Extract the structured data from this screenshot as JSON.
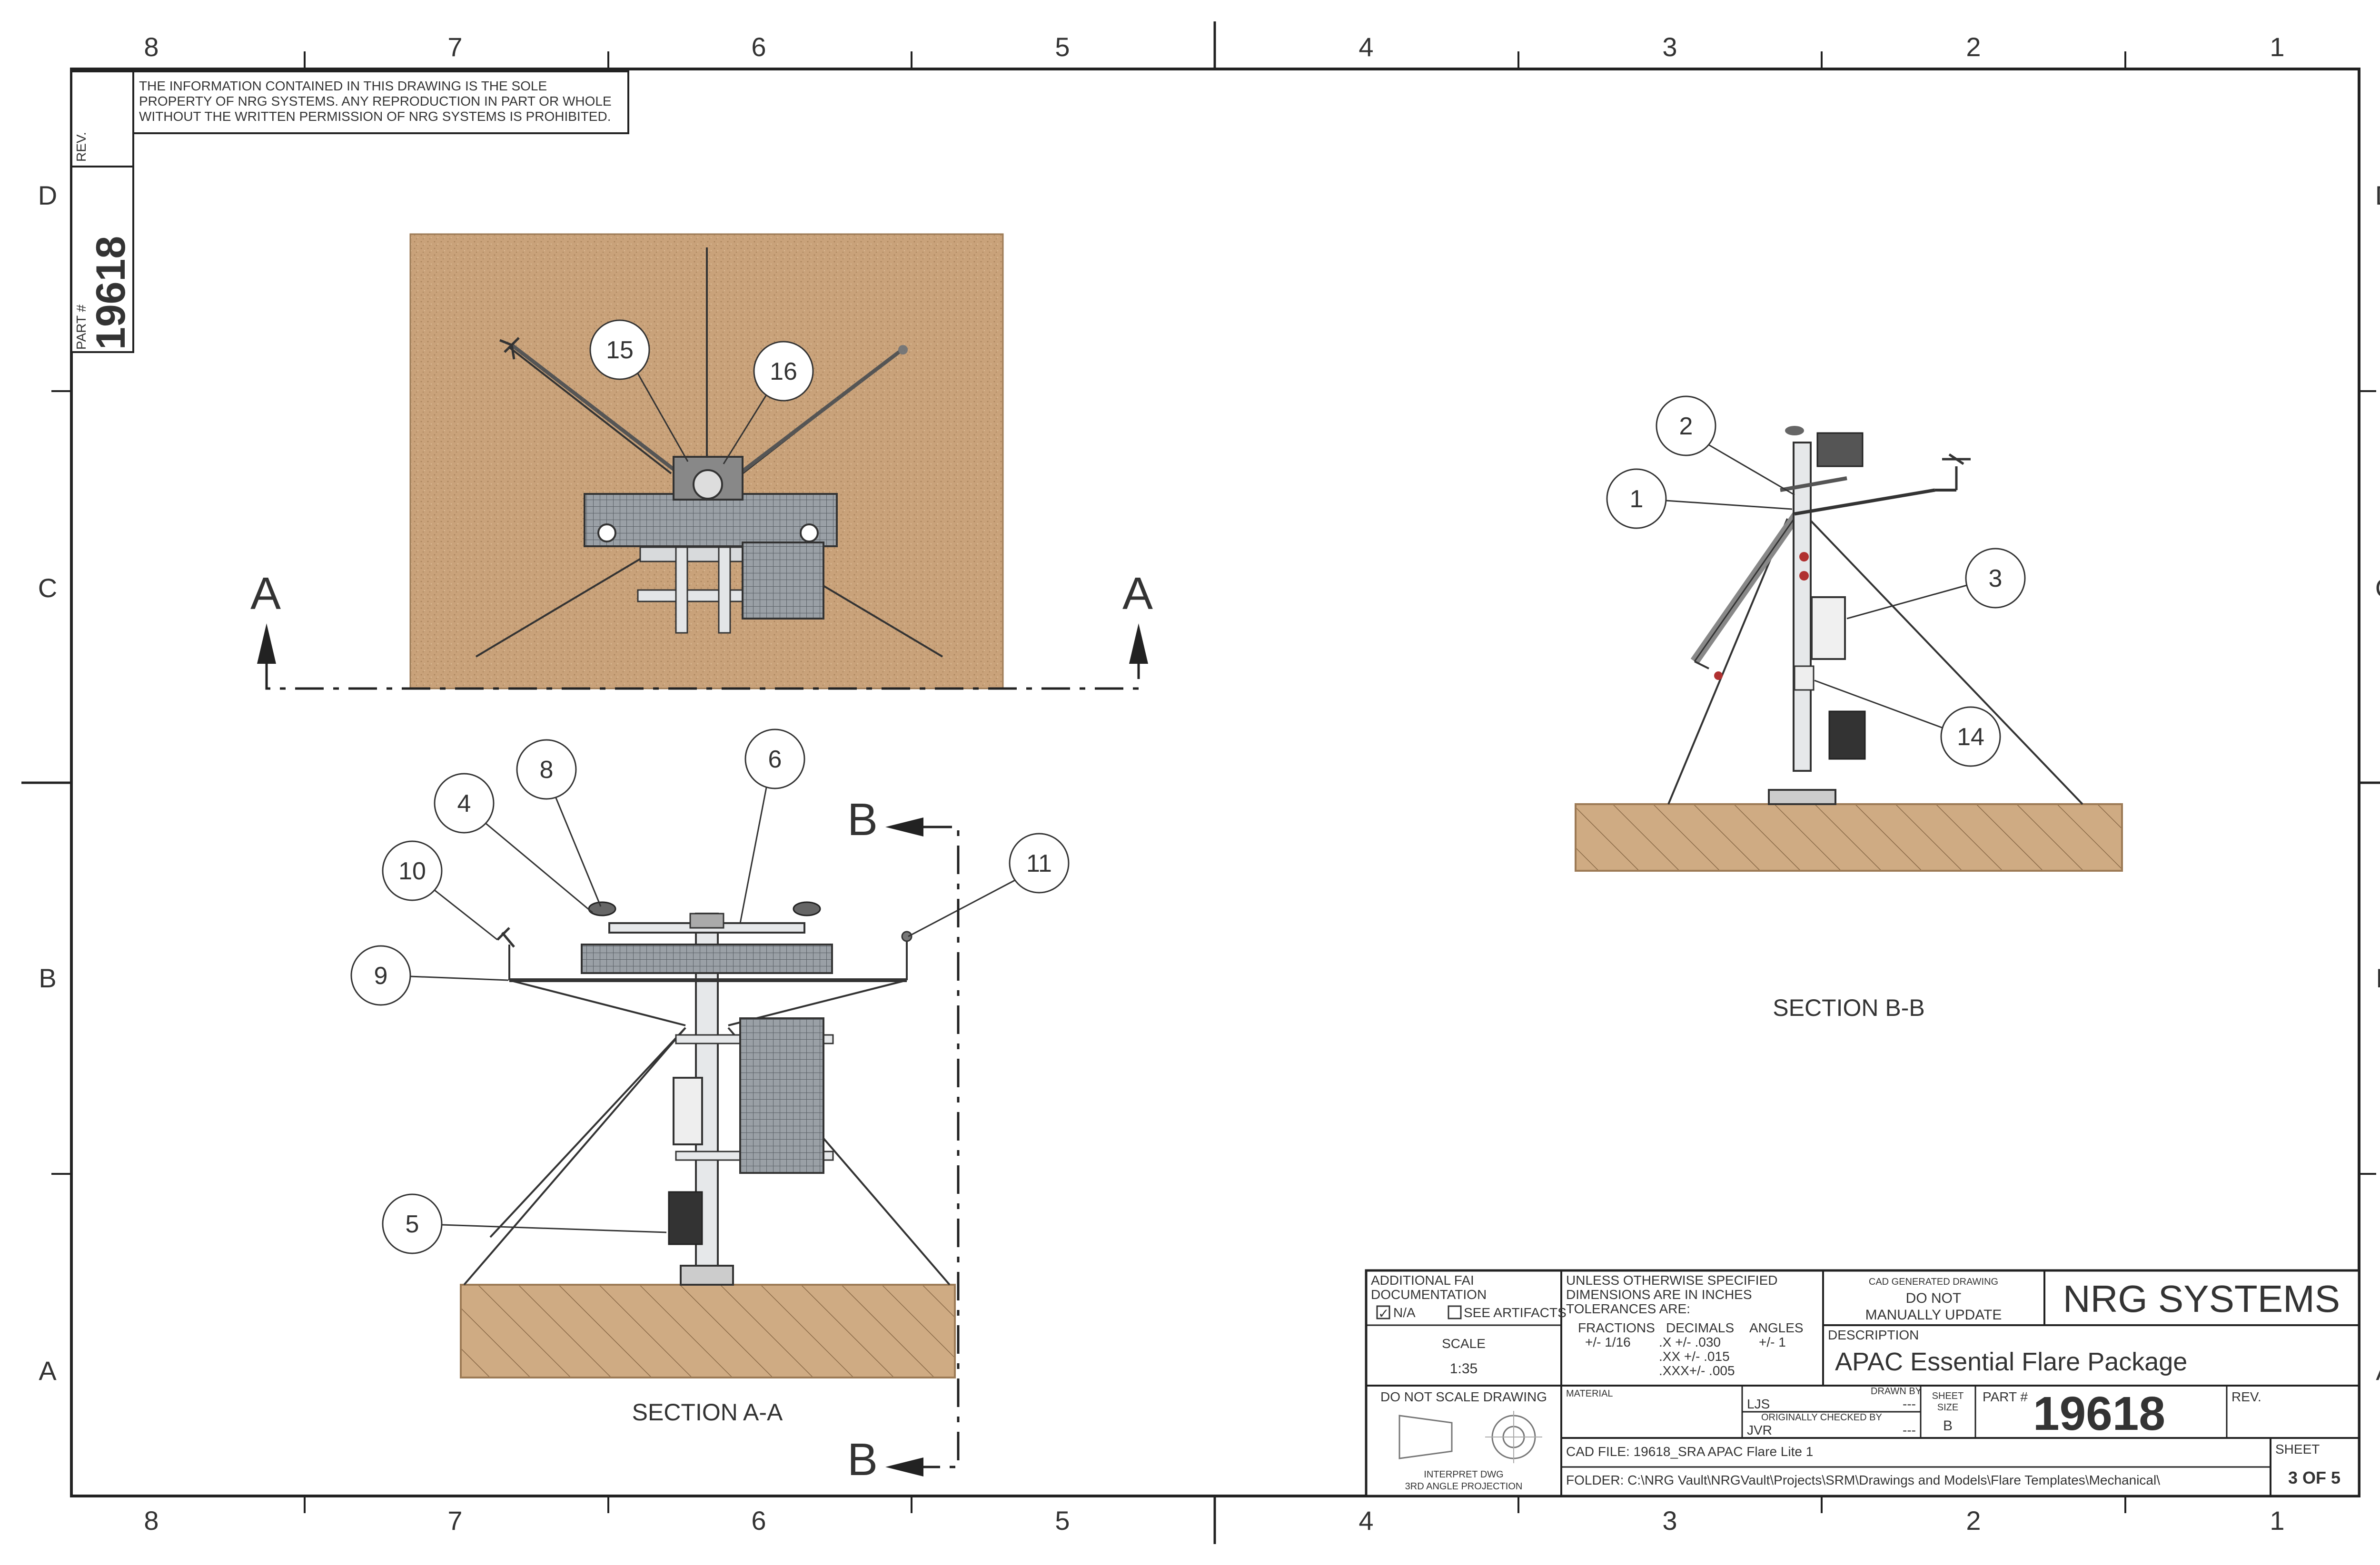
{
  "notice": {
    "line1": "THE INFORMATION CONTAINED IN THIS DRAWING IS THE SOLE",
    "line2": "PROPERTY OF NRG SYSTEMS. ANY REPRODUCTION IN PART OR WHOLE",
    "line3": "WITHOUT THE WRITTEN PERMISSION OF NRG SYSTEMS IS PROHIBITED."
  },
  "side_tab": {
    "rev_label": "REV.",
    "part_label": "PART #",
    "part_number": "19618"
  },
  "zones": {
    "columns": [
      "8",
      "7",
      "6",
      "5",
      "4",
      "3",
      "2",
      "1"
    ],
    "rows": [
      "D",
      "C",
      "B",
      "A"
    ]
  },
  "views": {
    "section_a_label": "A",
    "section_b_label": "B",
    "section_aa_caption": "SECTION A-A",
    "section_bb_caption": "SECTION B-B"
  },
  "balloons": {
    "top": [
      "15",
      "16"
    ],
    "aa": [
      "4",
      "8",
      "6",
      "10",
      "9",
      "11",
      "5"
    ],
    "bb": [
      "2",
      "1",
      "3",
      "14"
    ]
  },
  "title_block": {
    "fai_line1": "ADDITIONAL FAI",
    "fai_line2": "DOCUMENTATION",
    "fai_na": "N/A",
    "fai_na_check": "✓",
    "fai_artifacts": "SEE ARTIFACTS",
    "scale_label": "SCALE",
    "scale_value": "1:35",
    "tol_line1": "UNLESS OTHERWISE SPECIFIED",
    "tol_line2": "DIMENSIONS ARE IN INCHES",
    "tol_line3": "TOLERANCES ARE:",
    "fractions_label": "FRACTIONS",
    "fractions_value": "+/- 1/16",
    "decimals_label": "DECIMALS",
    "decimals_x": ".X +/-  .030",
    "decimals_xx": ".XX +/-  .015",
    "decimals_xxx": ".XXX+/- .005",
    "angles_label": "ANGLES",
    "angles_value": "+/-  1",
    "cad_line1": "CAD GENERATED DRAWING",
    "cad_line2": "DO  NOT",
    "cad_line3": "MANUALLY  UPDATE",
    "company": "NRG SYSTEMS",
    "description_label": "DESCRIPTION",
    "description": "APAC Essential Flare Package",
    "do_not_scale": "DO  NOT  SCALE  DRAWING",
    "interpret_line1": "INTERPRET DWG",
    "interpret_line2": "3RD ANGLE PROJECTION",
    "material_label": "MATERIAL",
    "drawn_by_label": "DRAWN BY",
    "drawn_by": "LJS",
    "drawn_by_dash": "---",
    "checked_by_label": "ORIGINALLY CHECKED BY",
    "checked_by": "JVR",
    "checked_by_dash": "---",
    "sheet_size_label1": "SHEET",
    "sheet_size_label2": "SIZE",
    "sheet_size": "B",
    "part_label": "PART #",
    "part_number": "19618",
    "rev_label": "REV.",
    "cad_file": "CAD FILE: 19618_SRA APAC Flare Lite 1",
    "folder": "FOLDER: C:\\NRG Vault\\NRGVault\\Projects\\SRM\\Drawings and Models\\Flare Templates\\Mechanical\\",
    "sheet_label": "SHEET",
    "sheet_value": "3 OF 5"
  },
  "colors": {
    "line": "#222222",
    "ground_top": "#c9a27a",
    "ground_hatch": "#cfab83",
    "ground_stroke": "#9c7a55",
    "panel": "#8f959b",
    "accent_red": "#b03030"
  }
}
